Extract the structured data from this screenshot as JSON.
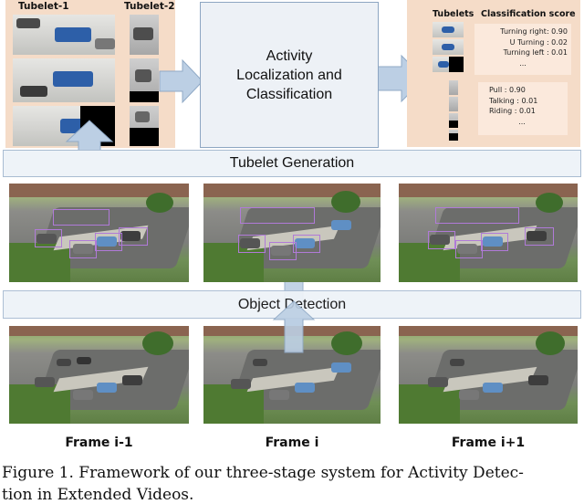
{
  "tubelets": {
    "label_1": "Tubelet-1",
    "label_2": "Tubelet-2"
  },
  "center_box": {
    "text": "Activity\nLocalization and\nClassification"
  },
  "scores": {
    "tubelets_header": "Tubelets",
    "classification_header": "Classification score",
    "group_1": [
      "Turning right: 0.90",
      "U Turning    : 0.02",
      "Turning left  : 0.01",
      "..."
    ],
    "group_2": [
      "Pull      : 0.90",
      "Talking : 0.01",
      "Riding  : 0.01",
      "..."
    ]
  },
  "bands": {
    "tubelet_generation": "Tubelet Generation",
    "object_detection": "Object Detection"
  },
  "frames": {
    "labels": [
      "Frame i-1",
      "Frame i",
      "Frame i+1"
    ]
  },
  "caption": {
    "line_1": "Figure 1. Framework of our three-stage system for Activity Detec-",
    "line_2": "tion in Extended Videos."
  },
  "colors": {
    "panel_peach": "#f5dcc8",
    "arrow_blue": "#bccfe4",
    "band_fill": "#eef3f8",
    "detection_box": "#b07ad8"
  }
}
